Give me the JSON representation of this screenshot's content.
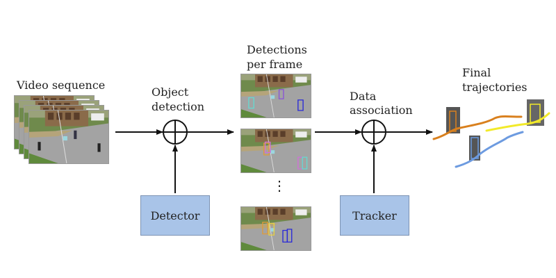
{
  "stages": {
    "video": {
      "label": "Video sequence"
    },
    "object_detection": {
      "label_line1": "Object",
      "label_line2": "detection"
    },
    "detections": {
      "label_line1": "Detections",
      "label_line2": "per frame"
    },
    "data_association": {
      "label_line1": "Data",
      "label_line2": "association"
    },
    "final": {
      "label_line1": "Final",
      "label_line2": "trajectories"
    }
  },
  "modules": {
    "detector": {
      "label": "Detector"
    },
    "tracker": {
      "label": "Tracker"
    }
  },
  "colors": {
    "module_fill": "#a9c4e8",
    "trajectory_orange": "#d9801e",
    "trajectory_yellow": "#f2ea2a",
    "trajectory_blue": "#6d9be0",
    "bbox_cyan": "#66d9d0",
    "bbox_purple": "#8a55d6",
    "bbox_blue": "#2a2ad8",
    "bbox_orange": "#e09a3a",
    "bbox_magenta": "#d070d8",
    "bbox_yellow": "#e8d040"
  },
  "ellipsis": "⋮"
}
